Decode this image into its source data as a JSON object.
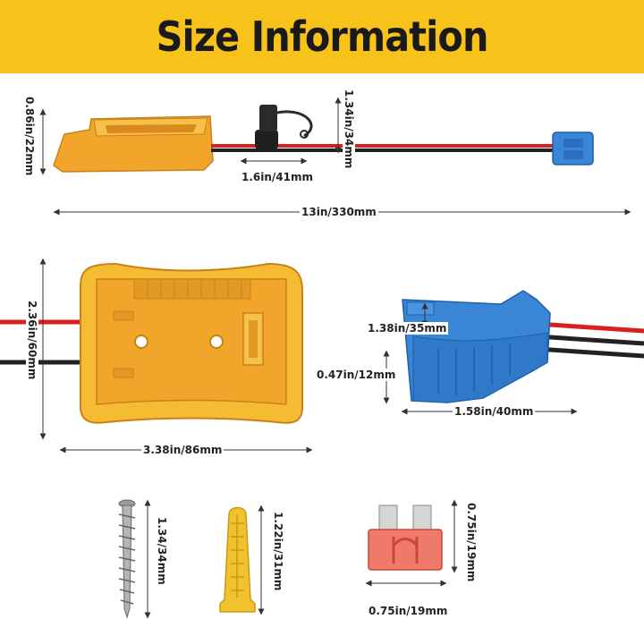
{
  "header": {
    "title": "Size Information"
  },
  "colors": {
    "banner": "#f7c21a",
    "adapter_body": "#f2a52b",
    "connector_body": "#3a86d6",
    "fuse_body": "#f07a6a",
    "wire_red": "#d92020",
    "wire_black": "#222222"
  },
  "dimensions": {
    "adapter_height": "0.86in/22mm",
    "fuse_holder_height": "1.34in/34mm",
    "fuse_holder_width": "1.6in/41mm",
    "cable_length": "13in/330mm",
    "adapter_top_height": "2.36in/60mm",
    "adapter_top_width": "3.38in/86mm",
    "connector_height": "1.38in/35mm",
    "connector_depth": "0.47in/12mm",
    "connector_width": "1.58in/40mm",
    "screw_length": "1.34/34mm",
    "anchor_length": "1.22in/31mm",
    "fuse_height": "0.75in/19mm",
    "fuse_width": "0.75in/19mm"
  }
}
